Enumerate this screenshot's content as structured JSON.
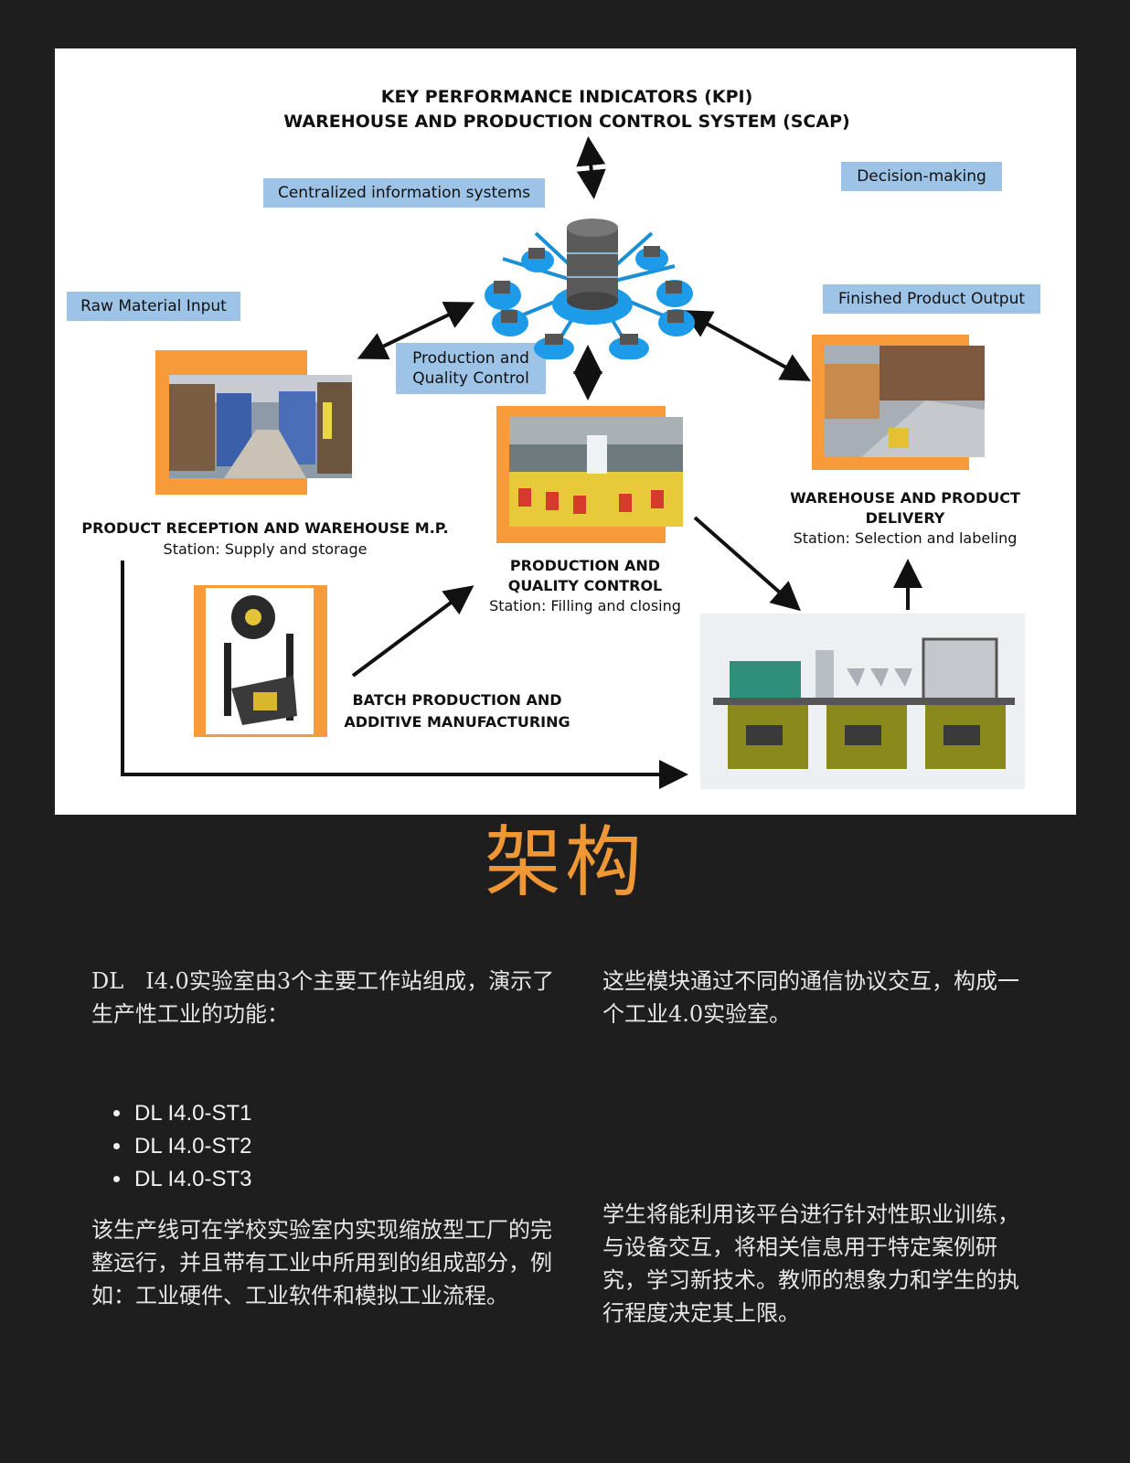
{
  "diagram": {
    "kpi_line1": "KEY PERFORMANCE INDICATORS (KPI)",
    "kpi_line2": "WAREHOUSE AND PRODUCTION CONTROL SYSTEM (SCAP)",
    "tag_centralized": "Centralized information systems",
    "tag_decision": "Decision-making",
    "tag_raw": "Raw Material Input",
    "tag_finished": "Finished Product Output",
    "tag_pqc_line1": "Production and",
    "tag_pqc_line2": "Quality Control",
    "reception_title": "PRODUCT RECEPTION AND WAREHOUSE M.P.",
    "reception_station": "Station: Supply and storage",
    "production_title1": "PRODUCTION AND",
    "production_title2": "QUALITY CONTROL",
    "production_station": "Station: Filling and closing",
    "delivery_title1": "WAREHOUSE AND PRODUCT",
    "delivery_title2": "DELIVERY",
    "delivery_station": "Station: Selection and labeling",
    "batch_line1": "BATCH PRODUCTION AND",
    "batch_line2": "ADDITIVE MANUFACTURING"
  },
  "title": "架构",
  "left_col": {
    "intro": "DL　I4.0实验室由3个主要工作站组成，演示了生产性工业的功能：",
    "bullets": [
      "DL I4.0-ST1",
      "DL I4.0-ST2",
      "DL I4.0-ST3"
    ],
    "para2": "该生产线可在学校实验室内实现缩放型工厂的完整运行，并且带有工业中所用到的组成部分，例如：工业硬件、工业软件和模拟工业流程。"
  },
  "right_col": {
    "para1": "这些模块通过不同的通信协议交互，构成一个工业4.0实验室。",
    "para2": "学生将能利用该平台进行针对性职业训练，与设备交互，将相关信息用于特定案例研究，学习新技术。教师的想象力和学生的执行程度决定其上限。"
  },
  "colors": {
    "background": "#1e1e1e",
    "title": "#ef9635",
    "tag": "#9dc3e6",
    "frame": "#f79a3a"
  }
}
